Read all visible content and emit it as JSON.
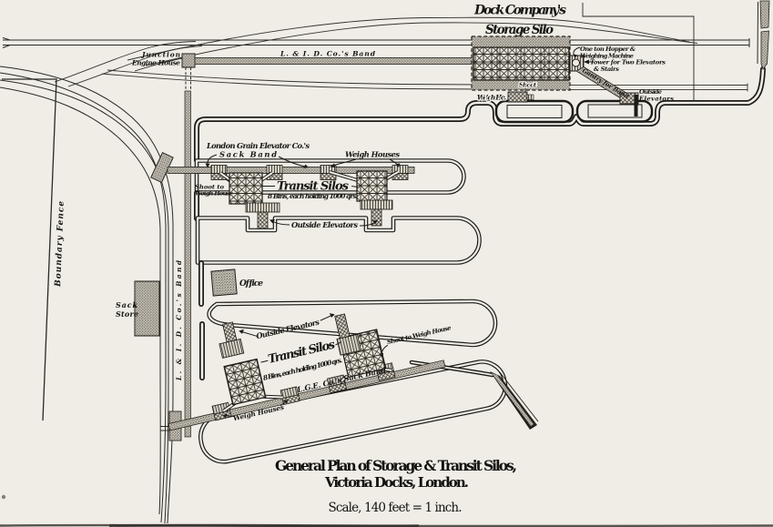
{
  "figure": {
    "background": "#efede6",
    "ink": "#1d1b17",
    "type": "engraved dock plan"
  },
  "labels": {
    "junction_engine_house_line1": "Junction",
    "junction_engine_house_line2": "Engine House",
    "lid_band_horizontal": "L. & I. D. Co.'s Band",
    "dock_company_line1": "Dock Company's",
    "dock_company_line2": "Storage Silo",
    "hopper_line1": "One ton Hopper &",
    "hopper_line2": "Weighing Machine",
    "tower_line1": "Tower for Two Elevators",
    "tower_line2": "& Stairs",
    "gantry": "Gantry for Band",
    "outside_elevators_dock_line1": "Outside",
    "outside_elevators_dock_line2": "Elevators",
    "weigh_house_dock": "Weigh Ho.",
    "shoot_dock": "Shoot",
    "sack_band_upper_line1": "London Grain Elevator Co.'s",
    "sack_band_upper_line2": "Sack Band",
    "weigh_houses_upper": "Weigh Houses",
    "transit_silos_upper": "Transit Silos",
    "bins_upper": "8 Bins, each holding 1000 qrs.",
    "shoot_to_weigh_house_upper_line1": "Shoot to",
    "shoot_to_weigh_house_upper_line2": "Weigh House",
    "outside_elevators_upper": "Outside Elevators",
    "office": "Office",
    "sack_store_line1": "Sack",
    "sack_store_line2": "Store",
    "boundary_fence": "Boundary Fence",
    "lid_band_vertical": "L. & I. D. Co.'s Band",
    "outside_elevators_lower": "Outside Elevators",
    "transit_silos_lower": "Transit Silos",
    "bins_lower": "8 Bins, each holding 1000 qrs.",
    "shoot_to_weigh_house_lower": "Shoot to Weigh House",
    "sack_band_lower": "L.G.E. Co.'s Sack Band",
    "weigh_houses_lower": "Weigh Houses"
  },
  "caption": {
    "title_line1": "General Plan of Storage & Transit Silos,",
    "title_line2": "Victoria Docks, London.",
    "scale": "Scale, 140 feet = 1 inch."
  }
}
